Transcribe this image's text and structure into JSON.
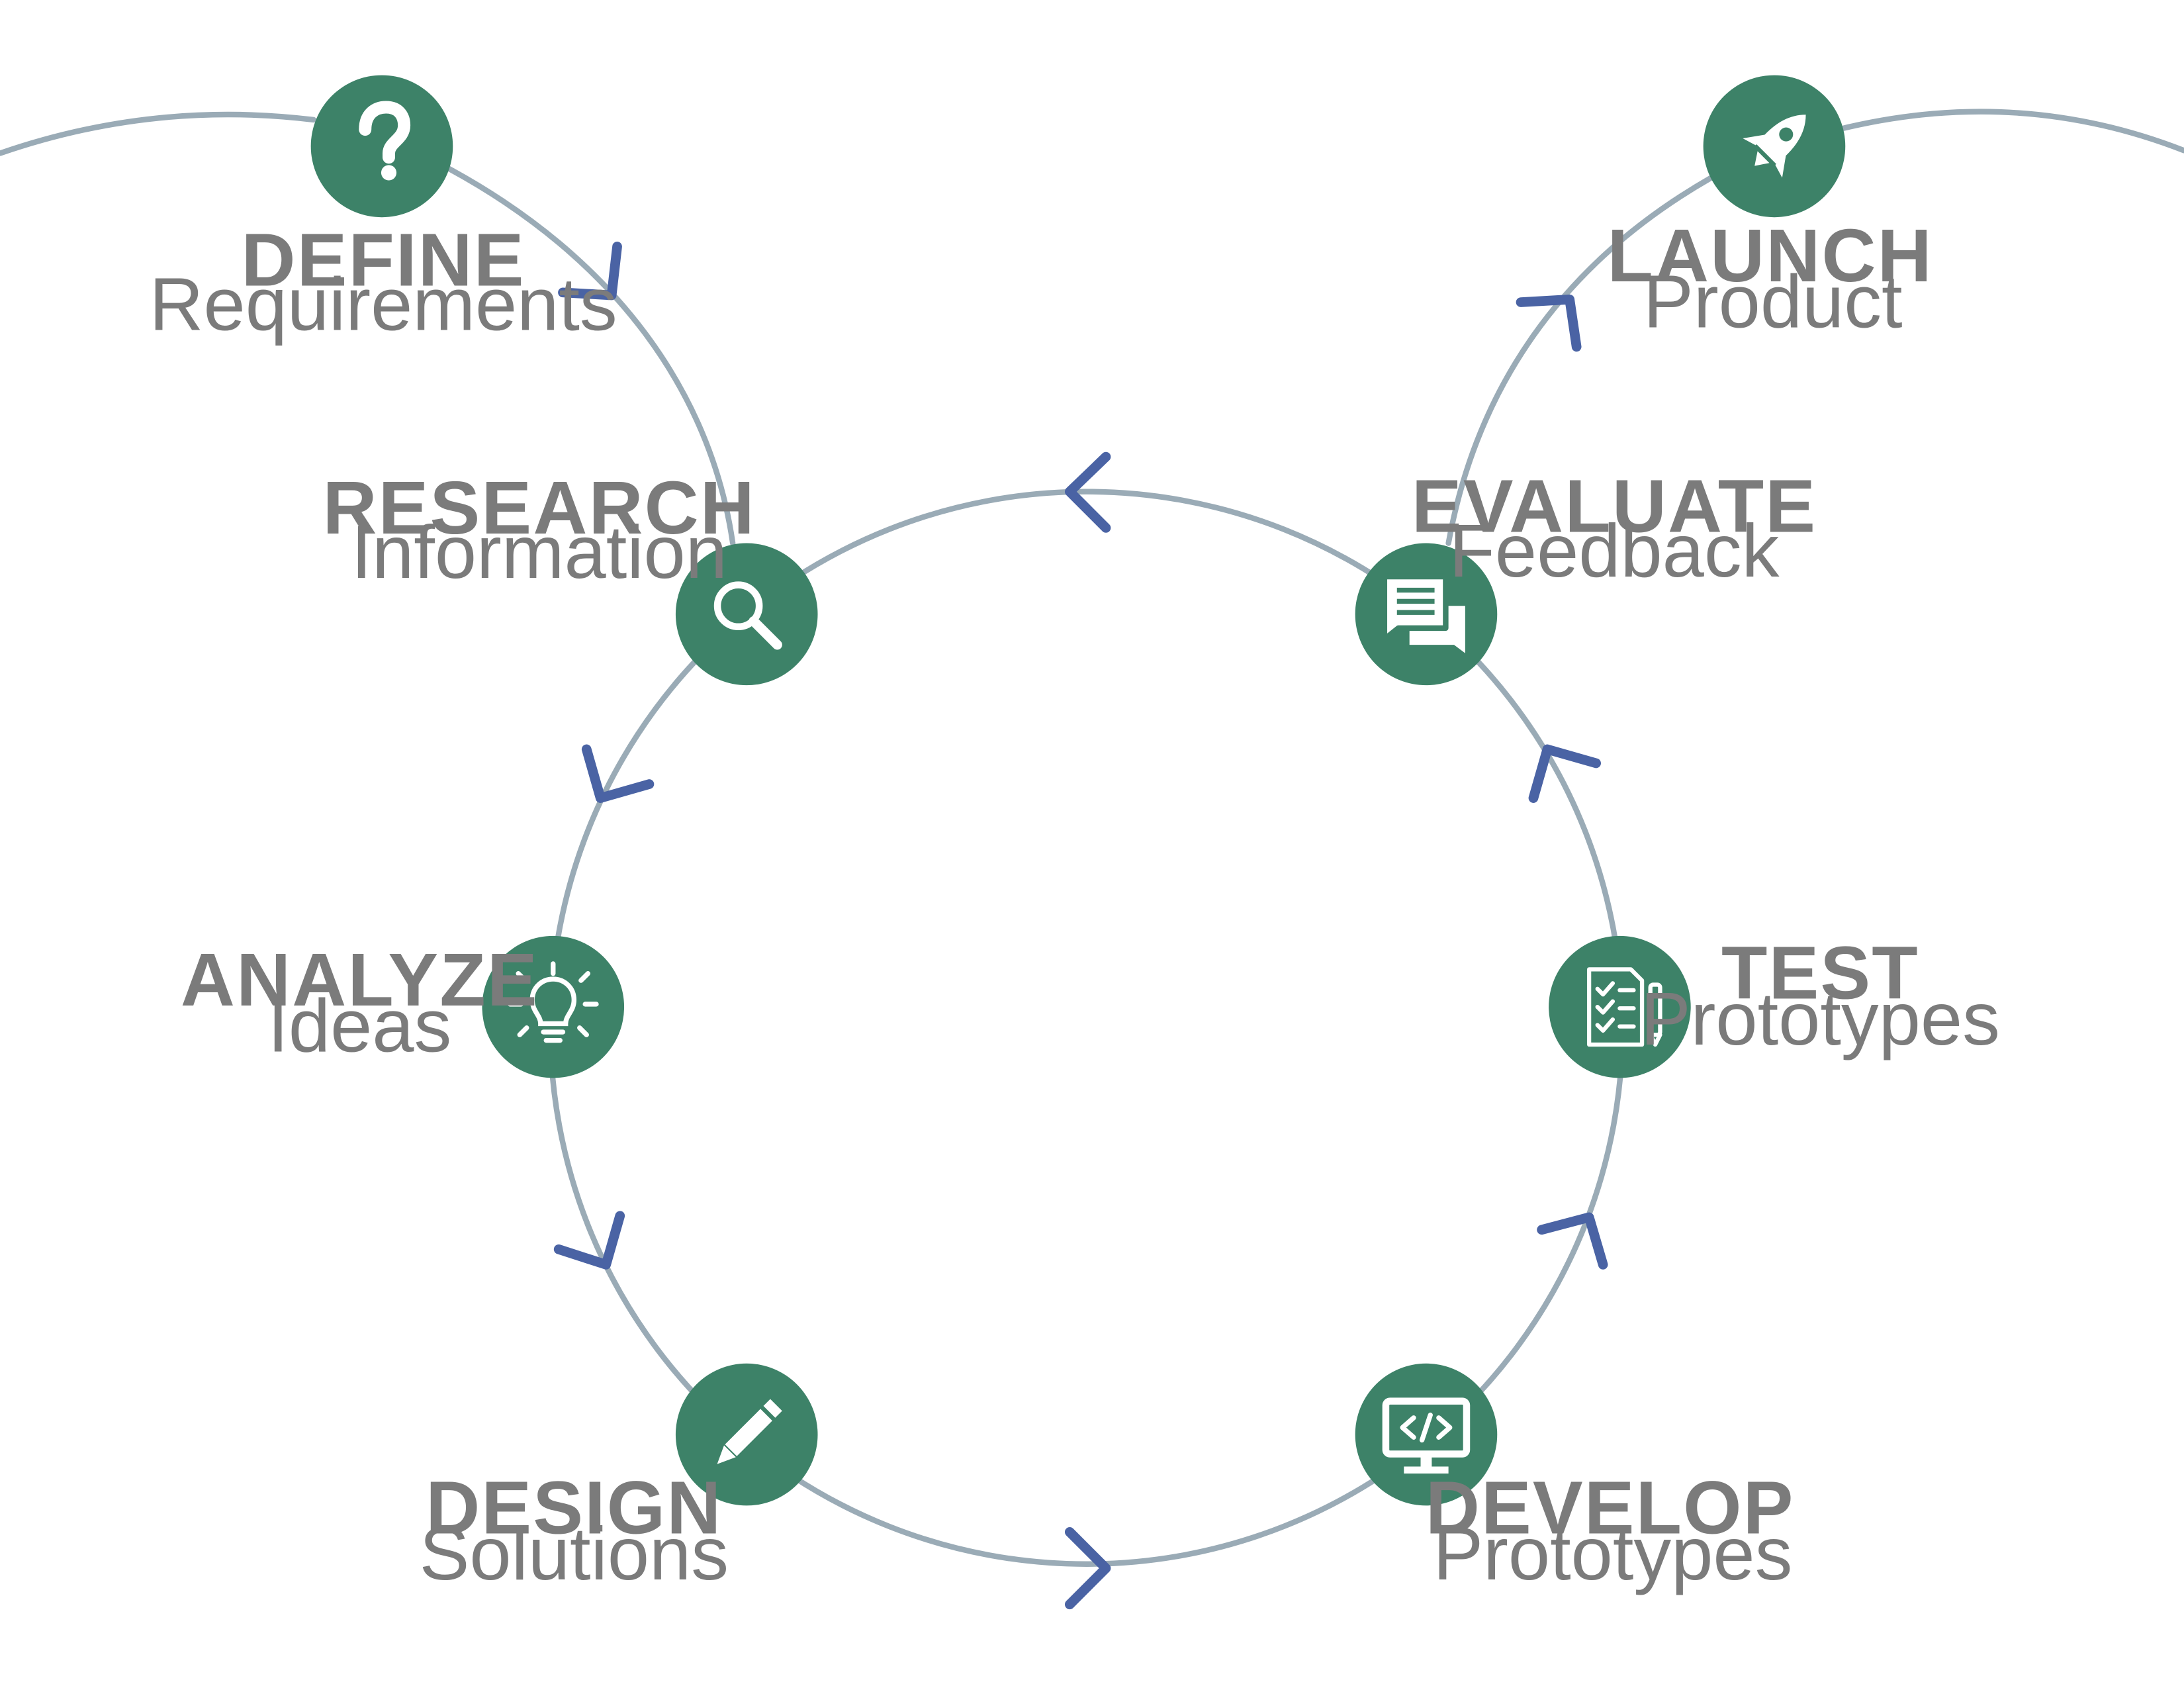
{
  "colors": {
    "background": "#ffffff",
    "track": "#9aabb6",
    "arrow": "#4a63a4",
    "node": "#3d8268",
    "icon": "#ffffff",
    "label": "#7b7b7b"
  },
  "stages": [
    {
      "id": "define",
      "title": "DEFINE",
      "subtitle": "Requirements",
      "icon": "question-mark-icon"
    },
    {
      "id": "research",
      "title": "RESEARCH",
      "subtitle": "Information",
      "icon": "magnifier-icon"
    },
    {
      "id": "analyze",
      "title": "ANALYZE",
      "subtitle": "Ideas",
      "icon": "lightbulb-icon"
    },
    {
      "id": "design",
      "title": "DESIGN",
      "subtitle": "Solutions",
      "icon": "pencil-icon"
    },
    {
      "id": "develop",
      "title": "DEVELOP",
      "subtitle": "Prototypes",
      "icon": "code-monitor-icon"
    },
    {
      "id": "test",
      "title": "TEST",
      "subtitle": "Prototypes",
      "icon": "checklist-icon"
    },
    {
      "id": "evaluate",
      "title": "EVALUATE",
      "subtitle": "Feedback",
      "icon": "chat-bubbles-icon"
    },
    {
      "id": "launch",
      "title": "LAUNCH",
      "subtitle": "Product",
      "icon": "rocket-icon"
    }
  ]
}
